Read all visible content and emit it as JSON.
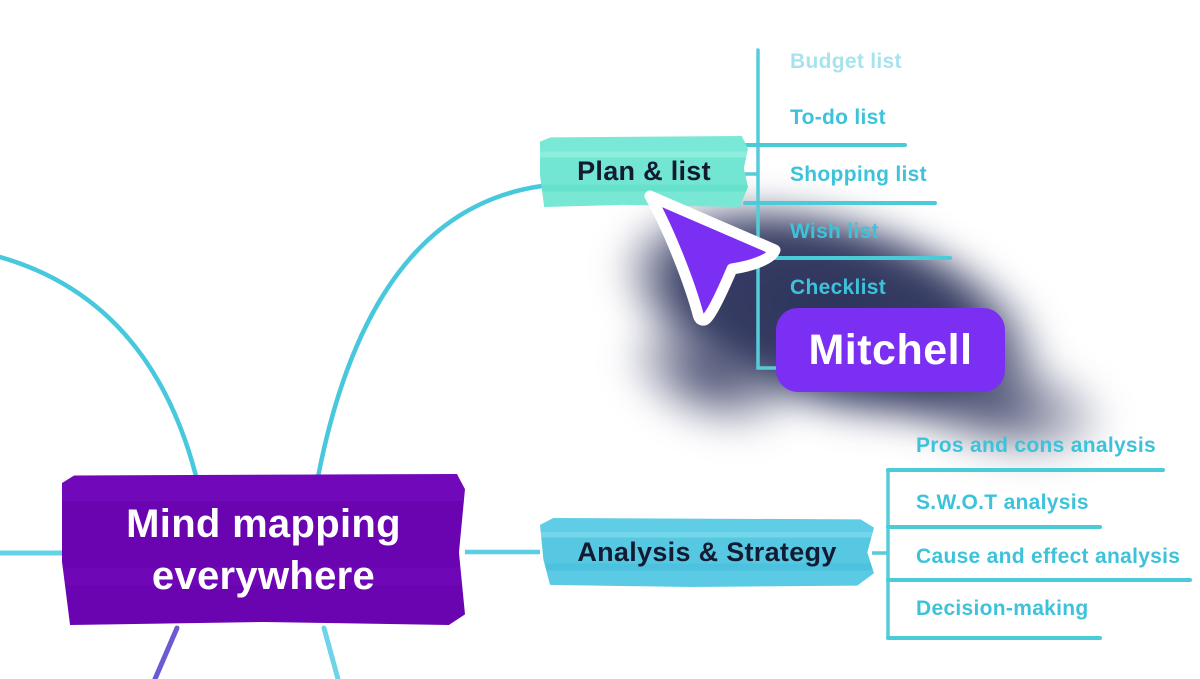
{
  "root_node": {
    "label": "Mind mapping everywhere",
    "line1": "Mind mapping",
    "line2": "everywhere",
    "color": "#6a04b0"
  },
  "branches": {
    "plan": {
      "label": "Plan & list",
      "node_color": "#72e6d2",
      "items": [
        {
          "label": "Budget list"
        },
        {
          "label": "To-do list"
        },
        {
          "label": "Shopping list"
        },
        {
          "label": "Wish list"
        },
        {
          "label": "Checklist"
        }
      ]
    },
    "analysis": {
      "label": "Analysis & Strategy",
      "node_color": "#57c8e2",
      "items": [
        {
          "label": "Pros and cons analysis"
        },
        {
          "label": "S.W.O.T analysis"
        },
        {
          "label": "Cause and effect analysis"
        },
        {
          "label": "Decision-making"
        }
      ]
    }
  },
  "collaborator_cursor": {
    "name": "Mitchell",
    "color": "#7b2ff2"
  },
  "colors": {
    "connector_line": "#4ac9da",
    "item_text": "#3cc3da",
    "node_text": "#131b33",
    "root_text": "#ffffff",
    "shadow_blob": "#272e57",
    "bottom_left_line": "#6a5bd0",
    "bottom_right_line": "#6fd4e8"
  }
}
